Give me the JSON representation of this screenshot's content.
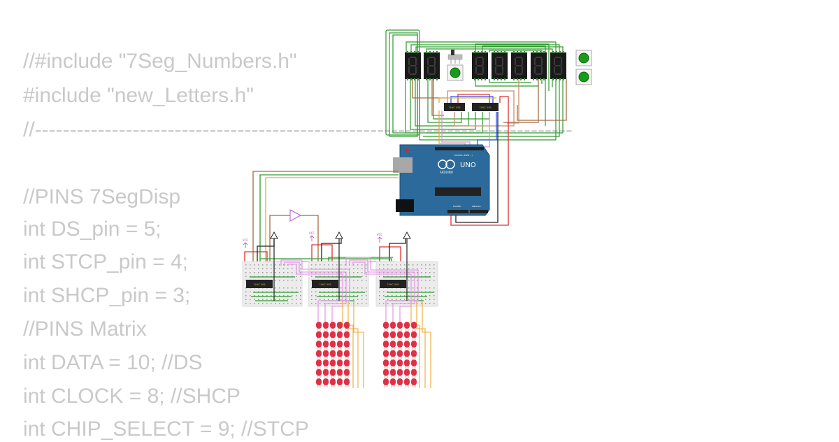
{
  "code": {
    "lines": [
      "//#include \"7Seg_Numbers.h\"",
      "#include \"new_Letters.h\"",
      "//-----------------------------------------------------------------------------",
      "",
      "//PINS 7SegDisp",
      "int DS_pin = 5;",
      "int STCP_pin = 4;",
      "int SHCP_pin = 3;",
      "//PINS Matrix",
      "int DATA = 10; //DS",
      "int CLOCK = 8; //SHCP",
      "int CHIP_SELECT = 9; //STCP"
    ]
  },
  "circuit": {
    "arduino": {
      "model": "UNO",
      "brand": "ARDUINO",
      "digital_label": "DIGITAL (PWM ~)",
      "power_label": "POWER",
      "analog_label": "ANALOG",
      "color": "#2b6a9a"
    },
    "chip_label": "74HC 595",
    "vcc_label": "VCC",
    "seven_segment_count": 7,
    "led_matrix": {
      "cols": 5,
      "rows": 7,
      "count": 2,
      "color": "#e03048"
    },
    "colors": {
      "wire_green": "#2e9a2e",
      "wire_pink": "#e58ae8",
      "wire_orange": "#f0a830",
      "wire_red": "#e03030",
      "wire_brown": "#a86a40",
      "button": "#1a9a1a"
    }
  }
}
